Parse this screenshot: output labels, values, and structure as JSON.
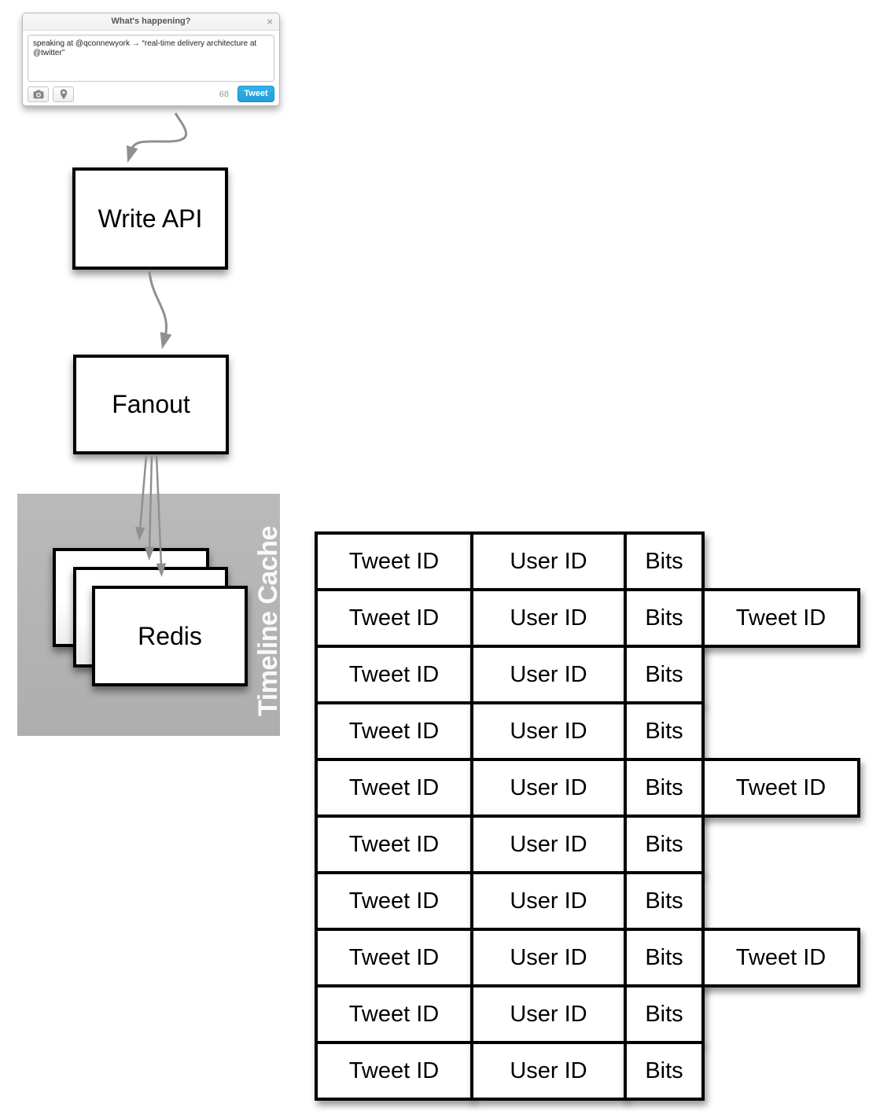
{
  "compose_widget": {
    "title": "What's happening?",
    "close_label": "×",
    "tweet_text": "speaking at @qconnewyork → “real-time delivery architecture at @twitter”",
    "char_count": "68",
    "tweet_button_label": "Tweet"
  },
  "flow_nodes": {
    "write_api": "Write API",
    "fanout": "Fanout",
    "redis": "Redis",
    "timeline_cache": "Timeline Cache"
  },
  "timeline_table": {
    "rows": [
      {
        "tweet_id": "Tweet ID",
        "user_id": "User ID",
        "bits": "Bits",
        "extra_tweet_id": null
      },
      {
        "tweet_id": "Tweet ID",
        "user_id": "User ID",
        "bits": "Bits",
        "extra_tweet_id": "Tweet ID"
      },
      {
        "tweet_id": "Tweet ID",
        "user_id": "User ID",
        "bits": "Bits",
        "extra_tweet_id": null
      },
      {
        "tweet_id": "Tweet ID",
        "user_id": "User ID",
        "bits": "Bits",
        "extra_tweet_id": null
      },
      {
        "tweet_id": "Tweet ID",
        "user_id": "User ID",
        "bits": "Bits",
        "extra_tweet_id": "Tweet ID"
      },
      {
        "tweet_id": "Tweet ID",
        "user_id": "User ID",
        "bits": "Bits",
        "extra_tweet_id": null
      },
      {
        "tweet_id": "Tweet ID",
        "user_id": "User ID",
        "bits": "Bits",
        "extra_tweet_id": null
      },
      {
        "tweet_id": "Tweet ID",
        "user_id": "User ID",
        "bits": "Bits",
        "extra_tweet_id": "Tweet ID"
      },
      {
        "tweet_id": "Tweet ID",
        "user_id": "User ID",
        "bits": "Bits",
        "extra_tweet_id": null
      },
      {
        "tweet_id": "Tweet ID",
        "user_id": "User ID",
        "bits": "Bits",
        "extra_tweet_id": null
      }
    ]
  },
  "icons": {
    "camera": "camera-icon",
    "location": "location-pin-icon",
    "close": "close-icon"
  },
  "colors": {
    "tweet_button_blue": "#2aa9e0",
    "arrow_gray": "#909090",
    "cache_panel_gray": "#b4b4b4"
  }
}
